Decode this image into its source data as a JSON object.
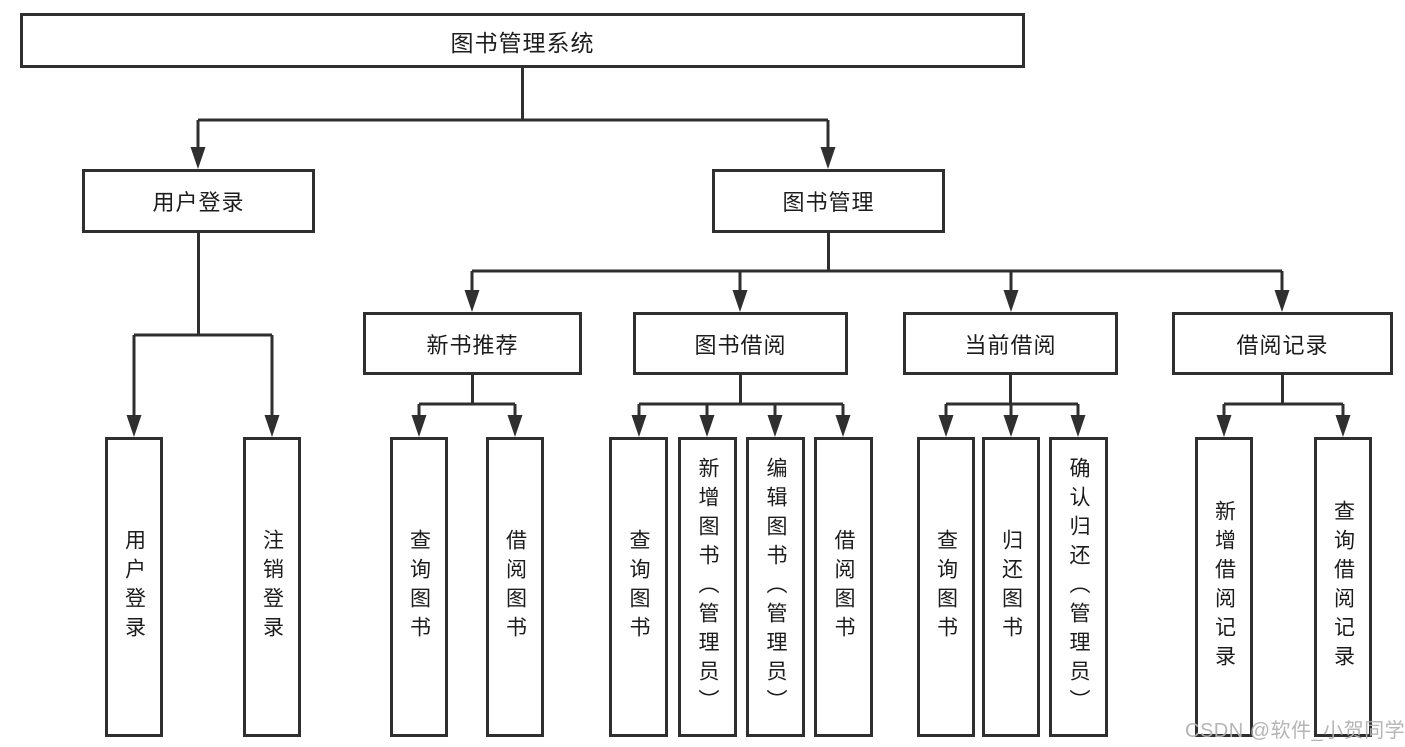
{
  "nodes": {
    "root": {
      "label": "图书管理系统"
    },
    "user_login": {
      "label": "用户登录",
      "children": {
        "login": {
          "label": "用户登录"
        },
        "logout": {
          "label": "注销登录"
        }
      }
    },
    "book_mgmt": {
      "label": "图书管理",
      "children": {
        "new_book_rec": {
          "label": "新书推荐",
          "children": {
            "query_books": {
              "label": "查询图书"
            },
            "borrow_books": {
              "label": "借阅图书"
            }
          }
        },
        "book_borrow": {
          "label": "图书借阅",
          "children": {
            "query_books": {
              "label": "查询图书"
            },
            "add_books_admin": {
              "label": "新增图书（管理员）"
            },
            "edit_books_admin": {
              "label": "编辑图书（管理员）"
            },
            "borrow_books": {
              "label": "借阅图书"
            }
          }
        },
        "current_borrow": {
          "label": "当前借阅",
          "children": {
            "query_books": {
              "label": "查询图书"
            },
            "return_books": {
              "label": "归还图书"
            },
            "confirm_return_admin": {
              "label": "确认归还（管理员）"
            }
          }
        },
        "borrow_record": {
          "label": "借阅记录",
          "children": {
            "add_borrow_record": {
              "label": "新增借阅记录"
            },
            "query_borrow_record": {
              "label": "查询借阅记录"
            }
          }
        }
      }
    }
  },
  "watermark": {
    "text": "CSDN @软件_小贺同学"
  },
  "colors": {
    "line": "#2f2f2f",
    "text": "#1c1c1c",
    "watermark": "#b2b2b2",
    "background": "#ffffff"
  }
}
